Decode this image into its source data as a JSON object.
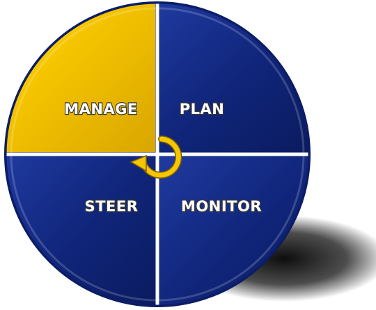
{
  "diagram": {
    "quadrants": {
      "manage": {
        "label": "MANAGE",
        "color": "#f6c600",
        "text_color": "#ffffff"
      },
      "plan": {
        "label": "PLAN",
        "color": "#10257a",
        "text_color": "#ffffff"
      },
      "steer": {
        "label": "STEER",
        "color": "#10257a",
        "text_color": "#ffffff"
      },
      "monitor": {
        "label": "MONITOR",
        "color": "#10257a",
        "text_color": "#ffffff"
      }
    },
    "center_icon": "cycle-arrow-icon",
    "colors": {
      "accent": "#f6c600",
      "primary": "#10257a",
      "divider": "#ffffff"
    }
  }
}
